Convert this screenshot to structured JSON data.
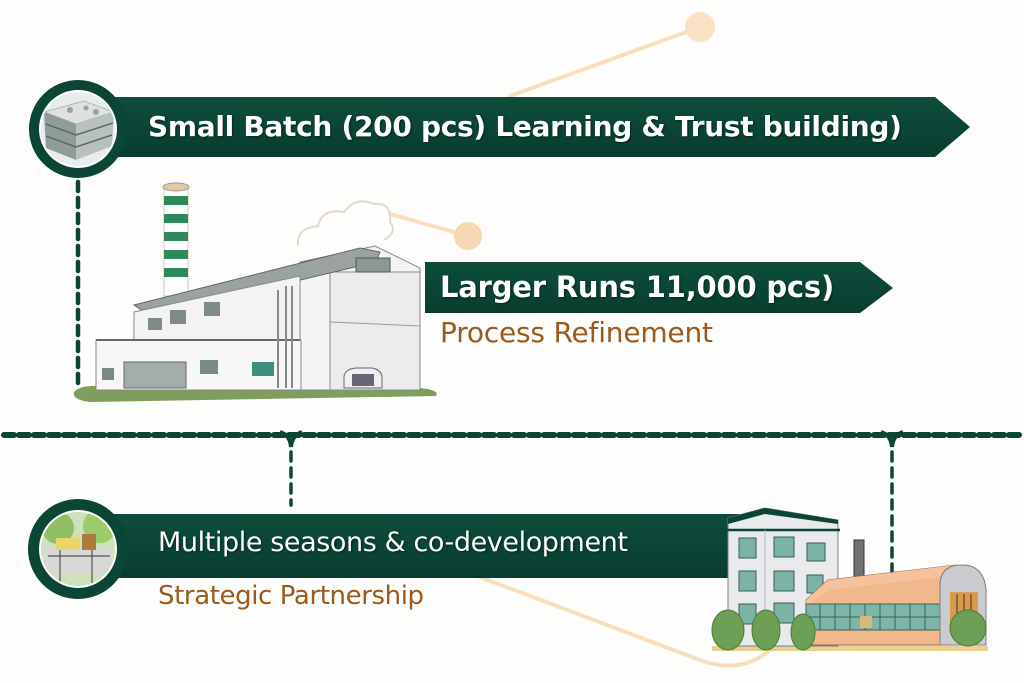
{
  "colors": {
    "banner_green": "#0b4535",
    "subtitle_brown": "#9a5a1c",
    "connector_peach": "#f7dfbd",
    "dash_green": "#0b4535",
    "stripe_green": "#2e8a5a"
  },
  "stages": [
    {
      "title": "Small Batch (200 pcs) Learning & Trust building)",
      "subtitle": "",
      "icon": "office-building-photo-icon"
    },
    {
      "title": "Larger Runs 11,000 pcs)",
      "subtitle": "Process Refinement",
      "icon": "factory-with-chimney-illustration"
    },
    {
      "title": "Multiple seasons & co-development",
      "subtitle": "Strategic Partnership",
      "icon": "modular-building-photo-icon"
    }
  ],
  "illustrations": {
    "factory": "power-plant-factory",
    "campus": "office-and-greenhouse-building"
  }
}
